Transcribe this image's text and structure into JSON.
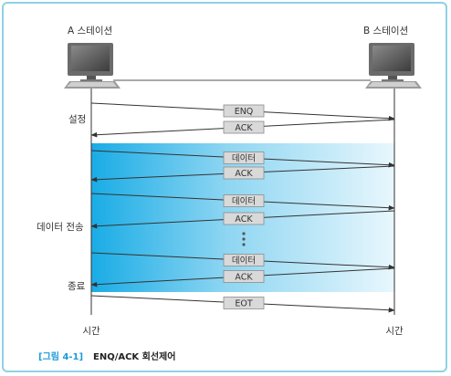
{
  "stations": {
    "a": {
      "label": "A 스테이션"
    },
    "b": {
      "label": "B 스테이션"
    }
  },
  "phases": {
    "setup": "설정",
    "transfer": "데이터 전송",
    "end": "종료"
  },
  "time_axis": {
    "a_label": "시간",
    "b_label": "시간"
  },
  "messages": [
    {
      "label": "ENQ",
      "direction": "A→B"
    },
    {
      "label": "ACK",
      "direction": "B→A"
    },
    {
      "label": "데이터",
      "direction": "A→B"
    },
    {
      "label": "ACK",
      "direction": "B→A"
    },
    {
      "label": "데이터",
      "direction": "A→B"
    },
    {
      "label": "ACK",
      "direction": "B→A"
    },
    {
      "label": "데이터",
      "direction": "A→B"
    },
    {
      "label": "ACK",
      "direction": "B→A"
    },
    {
      "label": "EOT",
      "direction": "A→B"
    }
  ],
  "caption": {
    "number": "[그림 4-1]",
    "title": "ENQ/ACK 회선제어"
  },
  "colors": {
    "frame_border": "#8fd0e6",
    "transfer_gradient_left": "#1fb0e8",
    "transfer_gradient_right": "#e6f6fc",
    "caption_accent": "#1c9ad6",
    "message_box_fill": "#d9d9d9"
  }
}
